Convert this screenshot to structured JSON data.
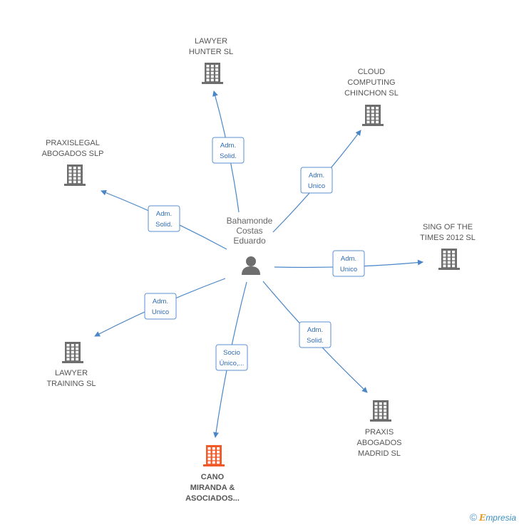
{
  "center": {
    "lines": [
      "Bahamonde",
      "Costas",
      "Eduardo"
    ],
    "icon": "person-icon"
  },
  "nodes": [
    {
      "id": "lawyer-hunter",
      "lines": [
        "LAWYER",
        "HUNTER  SL"
      ],
      "icon": "building-icon",
      "color": "#6e6e6e",
      "focus": false
    },
    {
      "id": "cloud-computing",
      "lines": [
        "CLOUD",
        "COMPUTING",
        "CHINCHON  SL"
      ],
      "icon": "building-icon",
      "color": "#6e6e6e",
      "focus": false
    },
    {
      "id": "praxislegal",
      "lines": [
        "PRAXISLEGAL",
        "ABOGADOS  SLP"
      ],
      "icon": "building-icon",
      "color": "#6e6e6e",
      "focus": false
    },
    {
      "id": "sing-of-the-times",
      "lines": [
        "SING OF THE",
        "TIMES 2012 SL"
      ],
      "icon": "building-icon",
      "color": "#6e6e6e",
      "focus": false
    },
    {
      "id": "lawyer-training",
      "lines": [
        "LAWYER",
        "TRAINING  SL"
      ],
      "icon": "building-icon",
      "color": "#6e6e6e",
      "focus": false
    },
    {
      "id": "praxis-abogados-madrid",
      "lines": [
        "PRAXIS",
        "ABOGADOS",
        "MADRID SL"
      ],
      "icon": "building-icon",
      "color": "#6e6e6e",
      "focus": false
    },
    {
      "id": "cano-miranda",
      "lines": [
        "CANO",
        "MIRANDA &",
        "ASOCIADOS..."
      ],
      "icon": "building-icon",
      "color": "#f05a28",
      "focus": true
    }
  ],
  "edges": [
    {
      "to": "lawyer-hunter",
      "label": [
        "Adm.",
        "Solid."
      ]
    },
    {
      "to": "cloud-computing",
      "label": [
        "Adm.",
        "Unico"
      ]
    },
    {
      "to": "praxislegal",
      "label": [
        "Adm.",
        "Solid."
      ]
    },
    {
      "to": "sing-of-the-times",
      "label": [
        "Adm.",
        "Unico"
      ]
    },
    {
      "to": "lawyer-training",
      "label": [
        "Adm.",
        "Unico"
      ]
    },
    {
      "to": "praxis-abogados-madrid",
      "label": [
        "Adm.",
        "Solid."
      ]
    },
    {
      "to": "cano-miranda",
      "label": [
        "Socio",
        "Único,..."
      ]
    }
  ],
  "footer": {
    "copyright_symbol": "©",
    "brand_initial": "E",
    "brand_rest": "mpresia"
  }
}
